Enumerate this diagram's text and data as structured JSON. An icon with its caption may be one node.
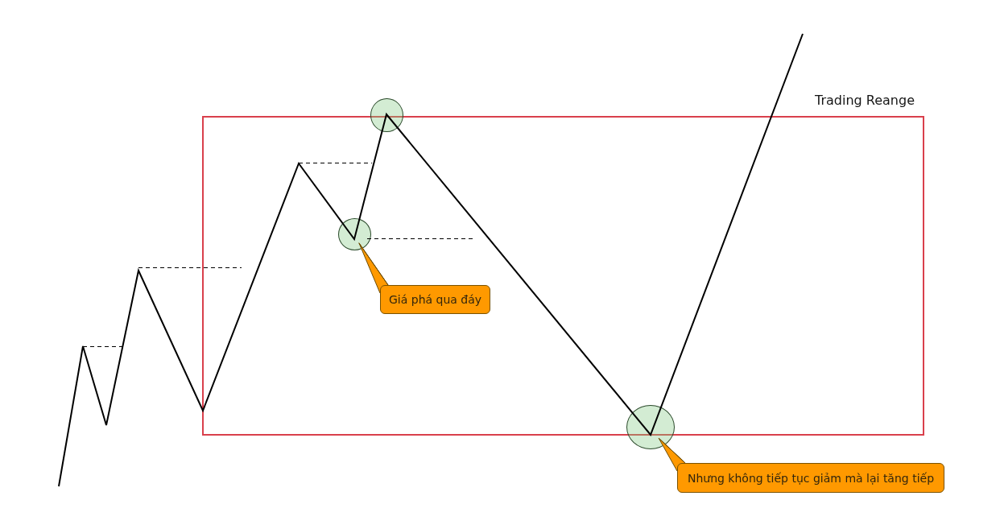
{
  "diagram": {
    "nodes": [
      {
        "text": [
          "Trading Reange"
        ]
      },
      {
        "text": [],
        "shape": "circle"
      },
      {
        "text": [],
        "shape": "circle",
        "in": 0
      },
      {
        "text": [
          "Giá phá qua đáy"
        ],
        "in": 0
      },
      {
        "text": [],
        "shape": "circle"
      },
      {
        "text": [
          "Nhưng không tiếp tục giảm mà lại tăng tiếp"
        ]
      }
    ],
    "edges": [
      {
        "from": 3,
        "to": 2,
        "arrow": "none"
      },
      {
        "from": 5,
        "to": 4,
        "arrow": "none"
      }
    ]
  }
}
